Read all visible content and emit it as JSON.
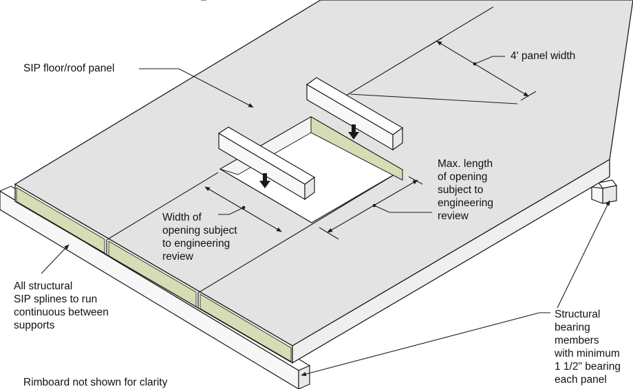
{
  "labels": {
    "panel": "SIP floor/roof panel",
    "panel_width": "4' panel width",
    "max_length": [
      "Max. length",
      "of opening",
      "subject to",
      "engineering",
      "review"
    ],
    "width_opening": [
      "Width of",
      "opening subject",
      "to engineering",
      "review"
    ],
    "splines": [
      "All structural",
      "SIP splines to run",
      "continuous between",
      "supports"
    ],
    "bearing": [
      "Structural",
      "bearing",
      "members",
      "with minimum",
      "1 1/2\" bearing",
      "each panel"
    ],
    "rimboard": "Rimboard not shown for clarity"
  },
  "colors": {
    "panel_top": "#e3e3e3",
    "panel_side": "#f2f2f2",
    "spline_core": "#d6dcb4",
    "member_face": "#f7f7f7",
    "line": "#1a1a1a"
  }
}
